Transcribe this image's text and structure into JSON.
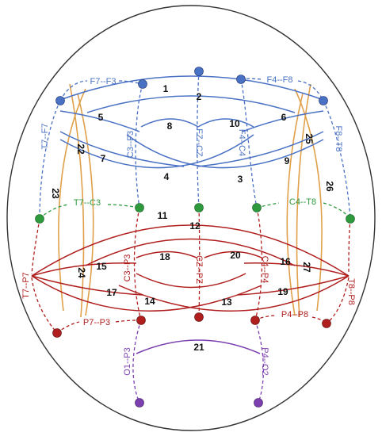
{
  "colors": {
    "frontal": "#4a72c4",
    "central": "#2e9a3e",
    "parietal": "#b01e1e",
    "occipital": "#7b3fb0",
    "long_range": "#e0a04a",
    "outline": "#333333"
  },
  "channel_labels": {
    "f7_f3": "F7--F3",
    "f4_f8": "F4--F8",
    "t7_f7": "T7--F7",
    "c3_f3": "C3--F3",
    "fz_cz": "FZ--CZ",
    "f4_c4": "F4--C4",
    "f8_t8": "F8--T8",
    "t7_c3": "T7--C3",
    "c4_t8": "C4--T8",
    "t7_p7": "T7--P7",
    "c3_p3": "C3--P3",
    "cz_pz": "CZ--PZ",
    "c4_p4": "C4--P4",
    "t8_p8": "T8--P8",
    "p7_p3": "P7--P3",
    "p4_p8": "P4--P8",
    "o1_p3": "O1--P3",
    "p4_o2": "P4--O2"
  },
  "connection_numbers": [
    "1",
    "2",
    "3",
    "4",
    "5",
    "6",
    "7",
    "8",
    "9",
    "10",
    "11",
    "12",
    "13",
    "14",
    "15",
    "16",
    "17",
    "18",
    "19",
    "20",
    "21",
    "22",
    "23",
    "24",
    "25",
    "26",
    "27"
  ]
}
